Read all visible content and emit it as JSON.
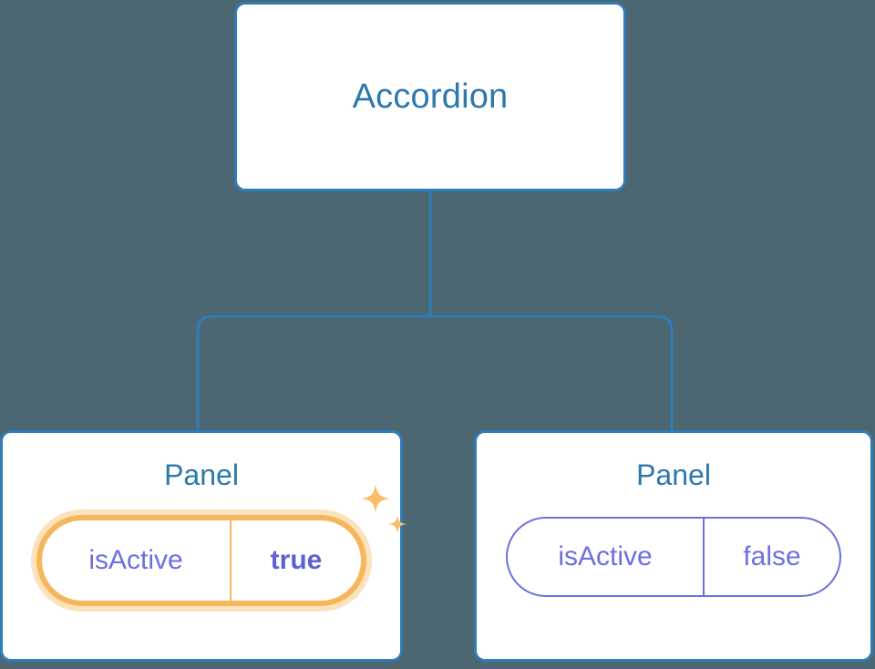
{
  "diagram": {
    "type": "component-tree",
    "background_color": "#4C6771",
    "node_border_color": "#2E7CB8",
    "connector_color": "#2E7CB8",
    "heading_color": "#2D78AC",
    "prop_color": "#6C6FE0",
    "highlight_color": "#F6B75C",
    "highlight_glow_color": "#FCE2BC",
    "sparkle_color": "#F9BE64",
    "root": {
      "title": "Accordion"
    },
    "children": [
      {
        "title": "Panel",
        "highlighted": true,
        "prop": {
          "key": "isActive",
          "value": "true"
        },
        "sparkle_icons": [
          "sparkle-large-icon",
          "sparkle-small-icon"
        ]
      },
      {
        "title": "Panel",
        "highlighted": false,
        "prop": {
          "key": "isActive",
          "value": "false"
        }
      }
    ]
  }
}
